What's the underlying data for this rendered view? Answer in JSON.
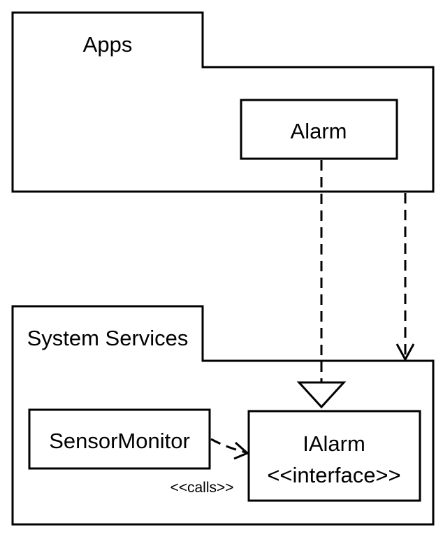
{
  "packages": {
    "apps": {
      "label": "Apps"
    },
    "system_services": {
      "label": "System Services"
    }
  },
  "components": {
    "alarm": {
      "label": "Alarm"
    },
    "sensor_monitor": {
      "label": "SensorMonitor"
    },
    "ialarm": {
      "label": "IAlarm",
      "stereotype": "<<interface>>"
    }
  },
  "connectors": {
    "calls": {
      "label": "<<calls>>"
    }
  }
}
